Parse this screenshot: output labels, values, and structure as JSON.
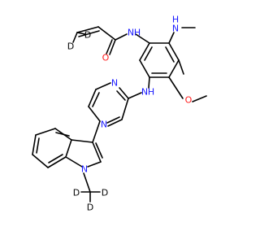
{
  "molecule": {
    "element_colors": {
      "C": "#000000",
      "N": "#1a1aff",
      "O": "#ff1a1a",
      "D": "#000000"
    },
    "labels": {
      "d_vinyl_1": "D",
      "d_vinyl_2": "D",
      "amide_o": "O",
      "amide_nh": "N",
      "amide_h": "H",
      "methylamino_n": "N",
      "methylamino_h": "H",
      "methoxy_o": "O",
      "anilino_nh": "N",
      "anilino_h": "H",
      "pyrimidine_n1": "N",
      "pyrimidine_n3": "N",
      "indole_n": "N",
      "cd3_d1": "D",
      "cd3_d2": "D",
      "cd3_d3": "D"
    }
  }
}
